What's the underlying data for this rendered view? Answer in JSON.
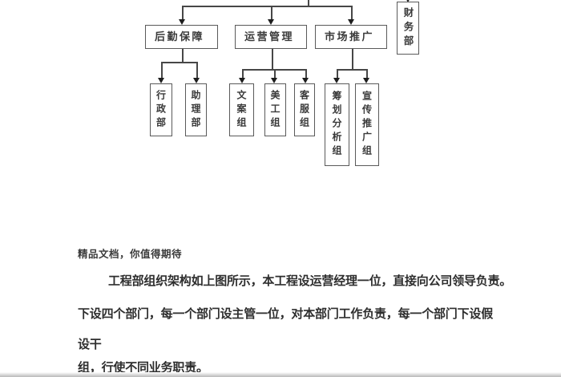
{
  "org_chart": {
    "departments": [
      {
        "id": "houqin",
        "label": "后勤保障"
      },
      {
        "id": "yunying",
        "label": "运营管理"
      },
      {
        "id": "shichang",
        "label": "市场推广"
      },
      {
        "id": "caiwu",
        "label": "财务部"
      }
    ],
    "groups": [
      {
        "id": "xingzheng",
        "label": "行政部",
        "parent": "后勤保障"
      },
      {
        "id": "zhuli",
        "label": "助理部",
        "parent": "后勤保障"
      },
      {
        "id": "wenan",
        "label": "文案组",
        "parent": "运营管理"
      },
      {
        "id": "meigong",
        "label": "美工组",
        "parent": "运营管理"
      },
      {
        "id": "kefu",
        "label": "客服组",
        "parent": "运营管理"
      },
      {
        "id": "chouhua",
        "label": "筹划分析组",
        "parent": "市场推广"
      },
      {
        "id": "xuanchuan",
        "label": "宣传推广组",
        "parent": "市场推广"
      }
    ]
  },
  "document": {
    "tagline": "精品文档，你值得期待",
    "body_lines": [
      "工程部组织架构如上图所示，本工程设运营经理一位，直接向公司领导负责。",
      "下设四个部门，每一个部门设主管一位，对本部门工作负责，每一个部门下设假",
      "设干",
      "组，行使不同业务职责。"
    ]
  },
  "colors": {
    "line": "#474747",
    "box_border": "#5a5a5a",
    "text": "#2e2e2e"
  }
}
